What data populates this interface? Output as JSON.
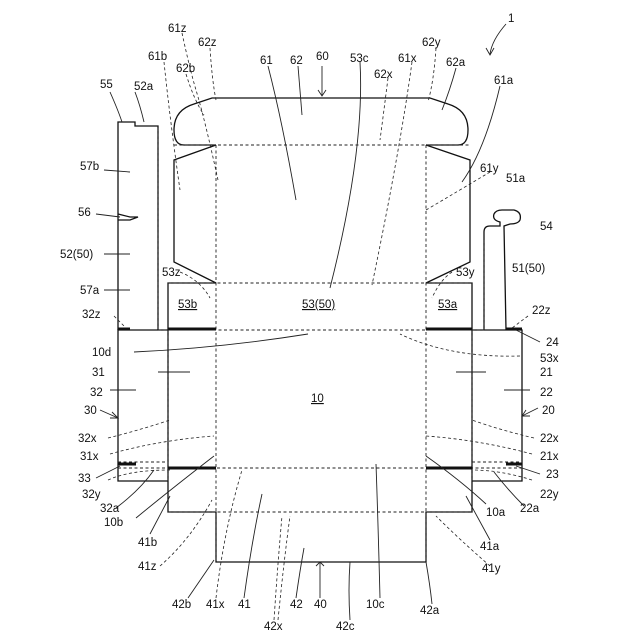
{
  "figure": {
    "ref_main": "1",
    "labels": {
      "l_61z": "61z",
      "l_62z": "62z",
      "l_61b": "61b",
      "l_62b": "62b",
      "l_61": "61",
      "l_62": "62",
      "l_60": "60",
      "l_53c": "53c",
      "l_62x": "62x",
      "l_61x": "61x",
      "l_62y": "62y",
      "l_62a": "62a",
      "l_61a": "61a",
      "l_61y": "61y",
      "l_51a": "51a",
      "l_54": "54",
      "l_51_50": "51(50)",
      "l_55": "55",
      "l_52a": "52a",
      "l_57b": "57b",
      "l_56": "56",
      "l_52_50": "52(50)",
      "l_57a": "57a",
      "l_53z": "53z",
      "l_53y": "53y",
      "l_53b": "53b",
      "l_53_50": "53(50)",
      "l_53a": "53a",
      "l_32z": "32z",
      "l_22z": "22z",
      "l_24": "24",
      "l_10d": "10d",
      "l_53x": "53x",
      "l_31": "31",
      "l_21": "21",
      "l_32": "32",
      "l_22": "22",
      "l_10": "10",
      "l_30": "30",
      "l_20": "20",
      "l_32x": "32x",
      "l_22x": "22x",
      "l_31x": "31x",
      "l_21x": "21x",
      "l_33": "33",
      "l_23": "23",
      "l_32y": "32y",
      "l_22y": "22y",
      "l_32a": "32a",
      "l_22a": "22a",
      "l_10a": "10a",
      "l_10b": "10b",
      "l_41b": "41b",
      "l_41a": "41a",
      "l_41z": "41z",
      "l_41y": "41y",
      "l_42b": "42b",
      "l_41x": "41x",
      "l_41": "41",
      "l_42": "42",
      "l_40": "40",
      "l_10c": "10c",
      "l_42a": "42a",
      "l_42x": "42x",
      "l_42c": "42c"
    }
  }
}
